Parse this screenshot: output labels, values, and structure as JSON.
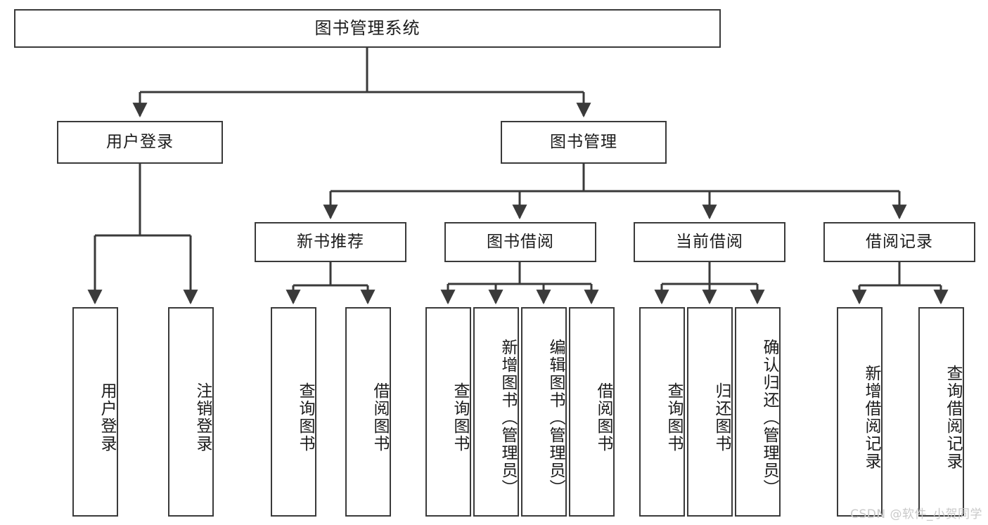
{
  "diagram": {
    "type": "tree-hierarchy",
    "title": "图书管理系统",
    "orientation": "top-down",
    "line_color": "#3a3a3a",
    "box_fill": "#ffffff",
    "text_color": "#1b1b1b",
    "levels": 4
  },
  "root": {
    "label": "图书管理系统"
  },
  "level2": [
    {
      "label": "用户登录"
    },
    {
      "label": "图书管理"
    }
  ],
  "level3": [
    {
      "label": "新书推荐"
    },
    {
      "label": "图书借阅"
    },
    {
      "label": "当前借阅"
    },
    {
      "label": "借阅记录"
    }
  ],
  "leaves": {
    "user_login": [
      {
        "label": "用户登录"
      },
      {
        "label": "注销登录"
      }
    ],
    "new_book_recommend": [
      {
        "label": "查询图书"
      },
      {
        "label": "借阅图书"
      }
    ],
    "book_borrow": [
      {
        "label": "查询图书"
      },
      {
        "label": "新增图书（管理员）"
      },
      {
        "label": "编辑图书（管理员）"
      },
      {
        "label": "借阅图书"
      }
    ],
    "current_borrow": [
      {
        "label": "查询图书"
      },
      {
        "label": "归还图书"
      },
      {
        "label": "确认归还（管理员）"
      }
    ],
    "borrow_record": [
      {
        "label": "新增借阅记录"
      },
      {
        "label": "查询借阅记录"
      }
    ]
  },
  "watermark": {
    "text": "CSDN @软件_小贺同学"
  }
}
